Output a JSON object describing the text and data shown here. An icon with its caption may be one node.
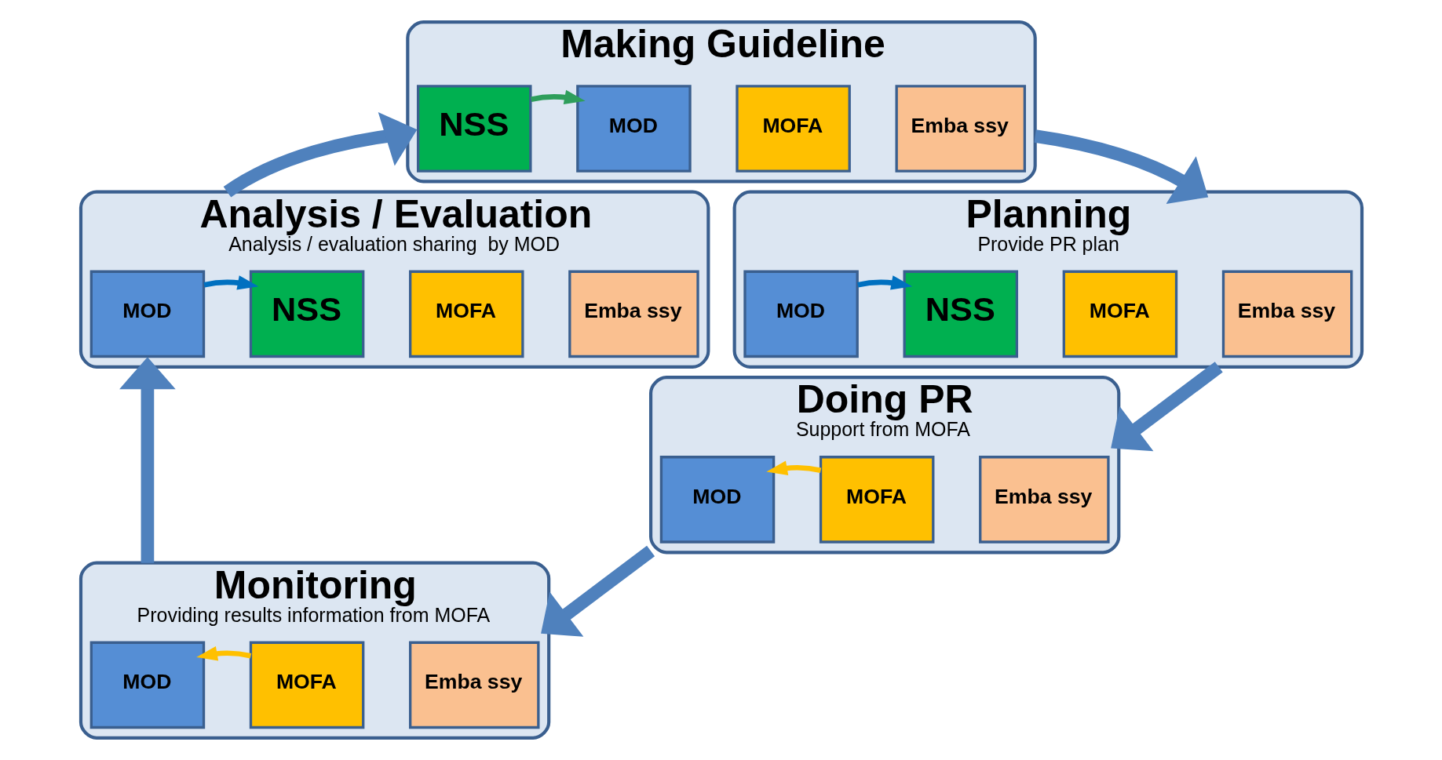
{
  "diagram": {
    "nodes": [
      {
        "text": [
          "Making Guideline"
        ]
      },
      {
        "text": [
          "NSS"
        ],
        "in": 0
      },
      {
        "text": [
          "MOD"
        ],
        "in": 0
      },
      {
        "text": [
          "MOFA"
        ],
        "in": 0
      },
      {
        "text": [
          "Emba ssy"
        ],
        "in": 0
      },
      {
        "text": [
          "Planning",
          "Provide PR plan"
        ]
      },
      {
        "text": [
          "MOD"
        ],
        "in": 5
      },
      {
        "text": [
          "NSS"
        ],
        "in": 5
      },
      {
        "text": [
          "MOFA"
        ],
        "in": 5
      },
      {
        "text": [
          "Emba ssy"
        ],
        "in": 5
      },
      {
        "text": [
          "Doing PR",
          "Support from MOFA"
        ]
      },
      {
        "text": [
          "MOD"
        ],
        "in": 10
      },
      {
        "text": [
          "MOFA"
        ],
        "in": 10
      },
      {
        "text": [
          "Emba ssy"
        ],
        "in": 10
      },
      {
        "text": [
          "Monitoring",
          "Providing results information from MOFA"
        ]
      },
      {
        "text": [
          "MOD"
        ],
        "in": 14
      },
      {
        "text": [
          "MOFA"
        ],
        "in": 14
      },
      {
        "text": [
          "Emba ssy"
        ],
        "in": 14
      },
      {
        "text": [
          "Analysis / Evaluation",
          "Analysis / evaluation sharing  by MOD"
        ]
      },
      {
        "text": [
          "MOD"
        ],
        "in": 18
      },
      {
        "text": [
          "NSS"
        ],
        "in": 18
      },
      {
        "text": [
          "MOFA"
        ],
        "in": 18
      },
      {
        "text": [
          "Emba ssy"
        ],
        "in": 18
      }
    ],
    "edges": [
      {
        "from": 1,
        "to": 2,
        "arrow": "to",
        "color": "#2e9e5b"
      },
      {
        "from": 6,
        "to": 7,
        "arrow": "to",
        "color": "#0070c0"
      },
      {
        "from": 12,
        "to": 11,
        "arrow": "to",
        "color": "#ffc000"
      },
      {
        "from": 16,
        "to": 15,
        "arrow": "to",
        "color": "#ffc000"
      },
      {
        "from": 19,
        "to": 20,
        "arrow": "to",
        "color": "#0070c0"
      },
      {
        "from": 0,
        "to": 5,
        "arrow": "to",
        "style": "thick"
      },
      {
        "from": 5,
        "to": 10,
        "arrow": "to",
        "style": "thick"
      },
      {
        "from": 10,
        "to": 14,
        "arrow": "to",
        "style": "thick"
      },
      {
        "from": 14,
        "to": 18,
        "arrow": "to",
        "style": "thick"
      },
      {
        "from": 18,
        "to": 0,
        "arrow": "to",
        "style": "thick"
      }
    ]
  }
}
